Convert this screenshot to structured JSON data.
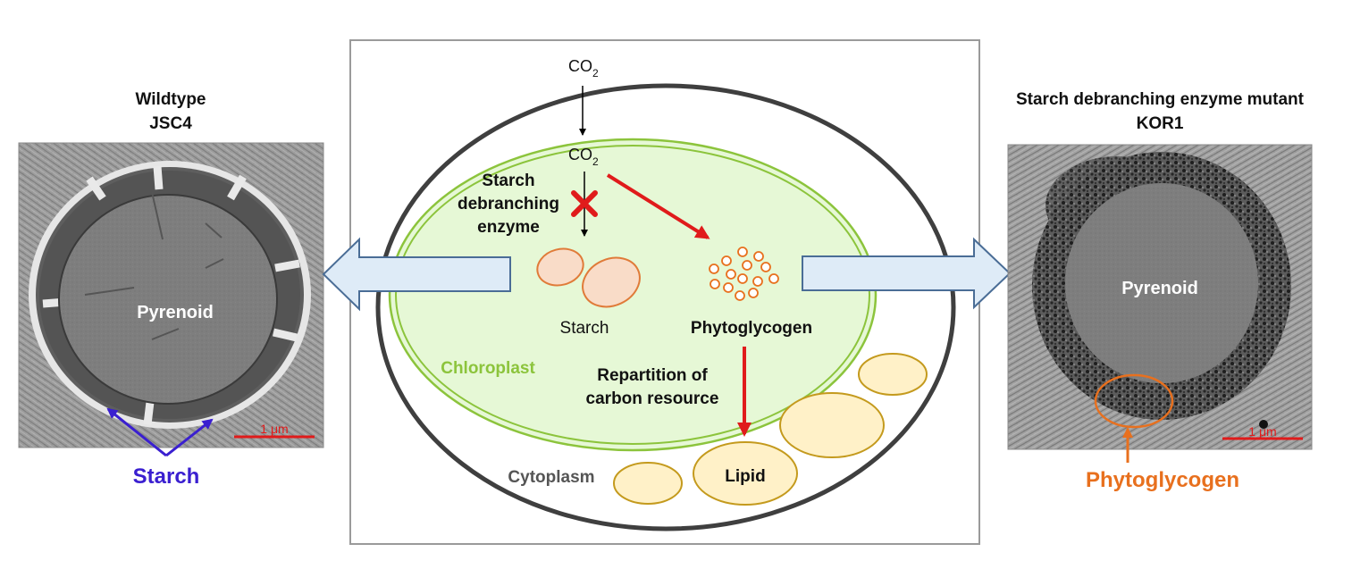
{
  "left_panel": {
    "title_line1": "Wildtype",
    "title_line2": "JSC4",
    "pyrenoid_label": "Pyrenoid",
    "scale_label": "1 μm",
    "starch_label": "Starch",
    "starch_color": "#3a1fd0"
  },
  "right_panel": {
    "title_line1": "Starch debranching enzyme mutant",
    "title_line2": "KOR1",
    "pyrenoid_label": "Pyrenoid",
    "scale_label": "1 μm",
    "phytoglycogen_label": "Phytoglycogen",
    "phytoglycogen_color": "#e8701e"
  },
  "center_diagram": {
    "co2_outer": "CO",
    "co2_outer_sub": "2",
    "co2_inner": "CO",
    "co2_inner_sub": "2",
    "enzyme_line1": "Starch",
    "enzyme_line2": "debranching",
    "enzyme_line3": "enzyme",
    "starch_label": "Starch",
    "phytoglycogen_label": "Phytoglycogen",
    "repartition_line1": "Repartition of",
    "repartition_line2": "carbon resource",
    "chloroplast_label": "Chloroplast",
    "cytoplasm_label": "Cytoplasm",
    "lipid_label": "Lipid",
    "colors": {
      "chloroplast_fill": "#e6f8d6",
      "chloroplast_line": "#8cc43c",
      "cell_wall": "#3f3f3f",
      "starch_fill": "#f9dcc8",
      "starch_line": "#e07b39",
      "lipid_fill": "#fff1c8",
      "lipid_line": "#c49a1d",
      "red_arrow": "#e01b1b",
      "block_arrow_fill": "#deebf7",
      "block_arrow_line": "#4a6d96"
    }
  }
}
